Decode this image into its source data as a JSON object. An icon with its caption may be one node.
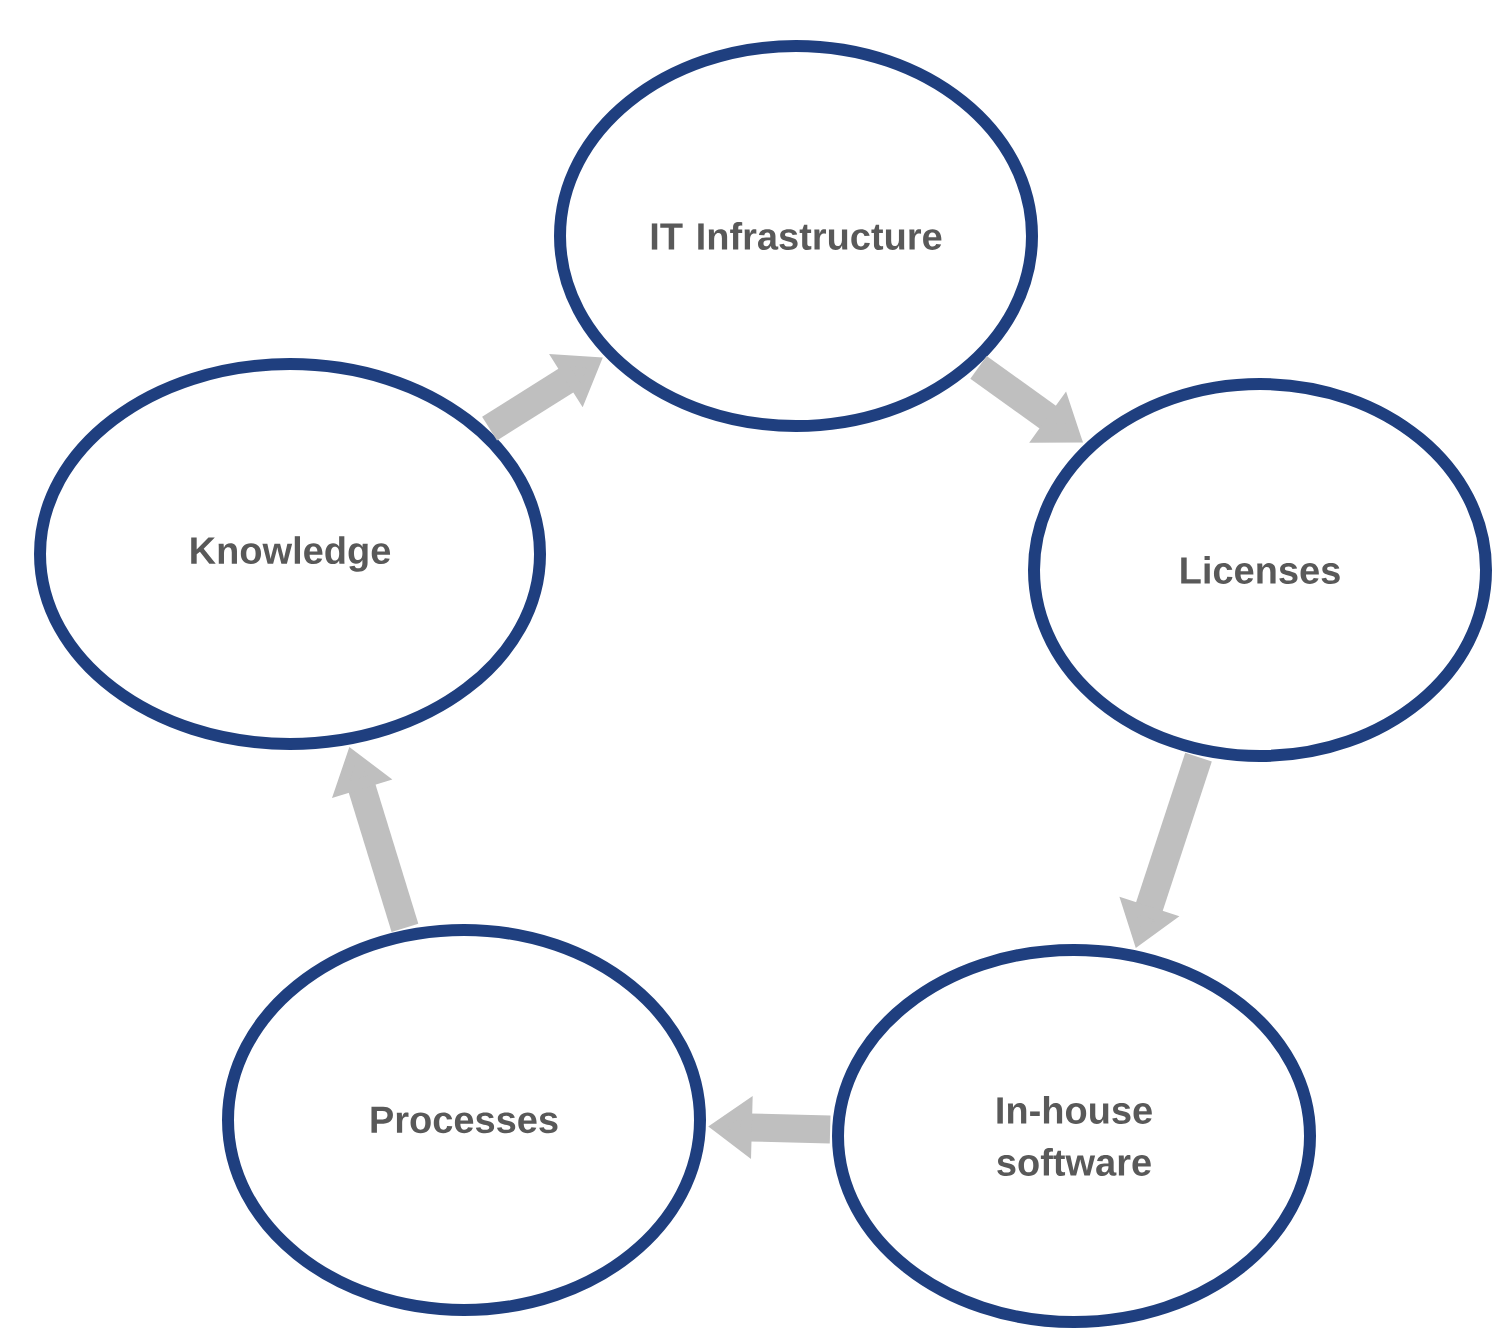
{
  "diagram": {
    "nodes": [
      {
        "text": [
          "IT Infrastructure"
        ]
      },
      {
        "text": [
          "Licenses"
        ]
      },
      {
        "text": [
          "In-house software"
        ]
      },
      {
        "text": [
          "Processes"
        ]
      },
      {
        "text": [
          "Knowledge"
        ]
      }
    ],
    "edges": [
      {
        "from": 0,
        "to": 1,
        "arrow": "to"
      },
      {
        "from": 1,
        "to": 2,
        "arrow": "to"
      },
      {
        "from": 2,
        "to": 3,
        "arrow": "to"
      },
      {
        "from": 3,
        "to": 4,
        "arrow": "to"
      },
      {
        "from": 4,
        "to": 0,
        "arrow": "to"
      }
    ]
  }
}
